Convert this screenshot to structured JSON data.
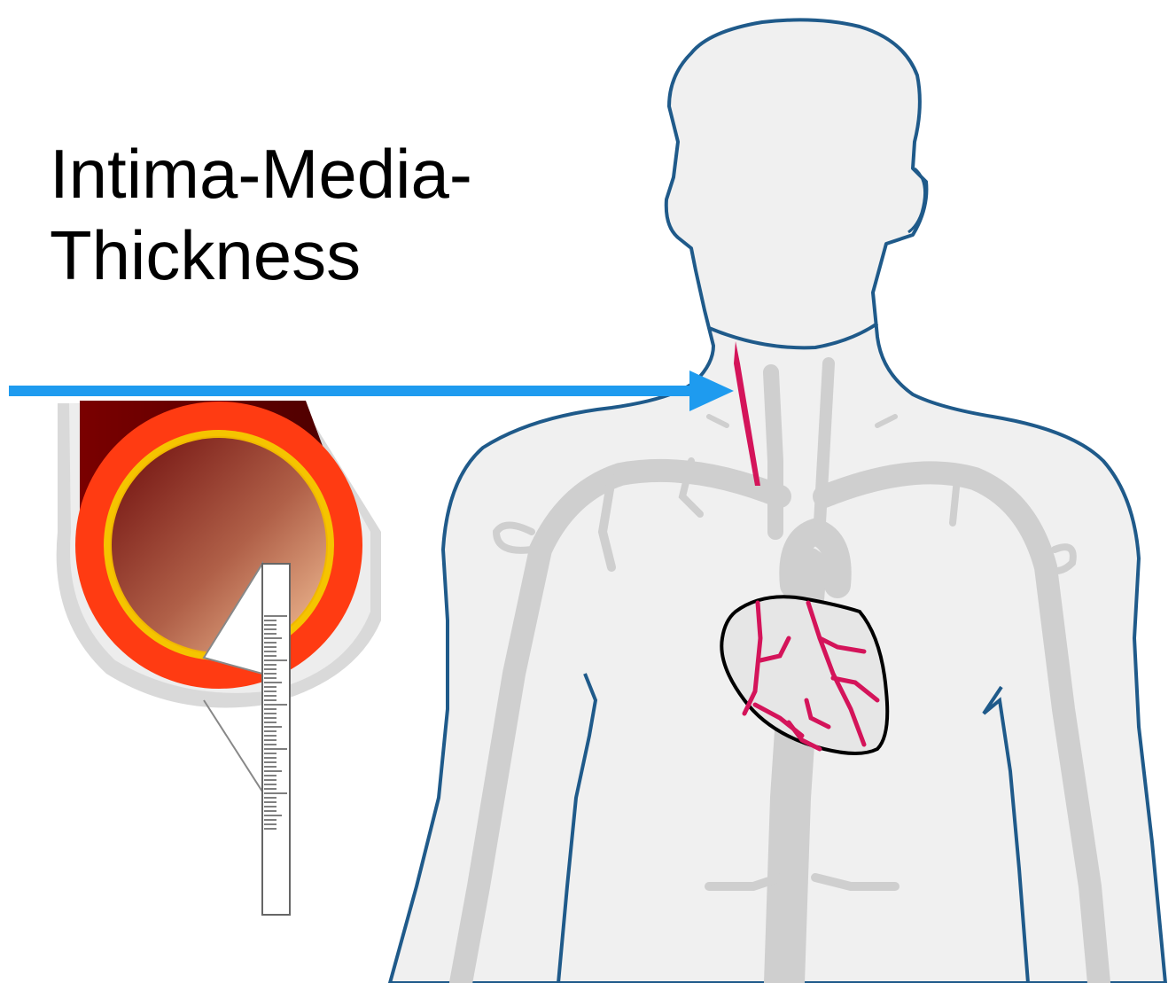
{
  "title": {
    "line1": "Intima-Media-",
    "line2": "Thickness"
  },
  "colors": {
    "background": "#ffffff",
    "body_outline": "#1f5a8a",
    "body_fill": "#f0f0f0",
    "vessels": "#cfcfcf",
    "carotid": "#d4145a",
    "coronary": "#d4145a",
    "heart_outline": "#000000",
    "arrow": "#1e9bef",
    "artery_wall": "#ff3b12",
    "artery_lumen_dark": "#7a0f0f",
    "artery_lumen_light": "#f2b48a",
    "intima": "#f5c400",
    "adventitia": "#d8d8d8",
    "ruler": "#ffffff"
  },
  "icons": [
    "human-torso-outline",
    "carotid-artery",
    "heart-icon",
    "pointer-arrow",
    "artery-cross-section",
    "measurement-ruler"
  ]
}
